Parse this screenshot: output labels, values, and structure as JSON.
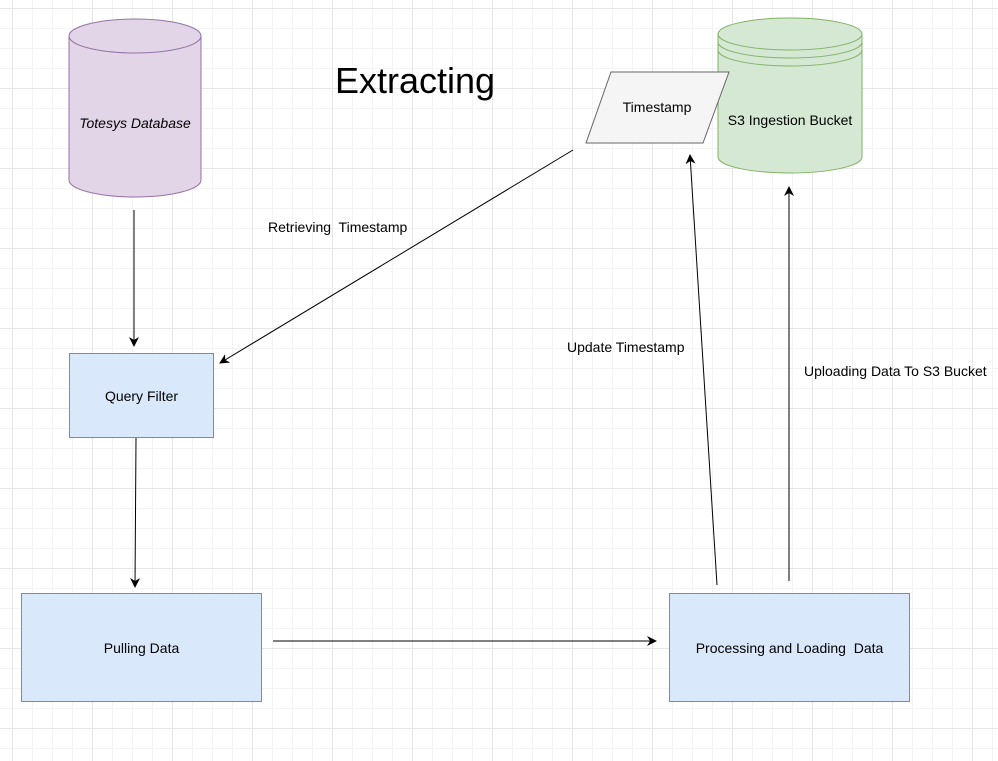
{
  "title": "Extracting",
  "nodes": {
    "database": "Totesys Database",
    "timestamp": "Timestamp",
    "bucket": "S3 Ingestion Bucket",
    "query_filter": "Query Filter",
    "pulling_data": "Pulling Data",
    "processing": "Processing and Loading  Data"
  },
  "edges": {
    "retrieving": "Retrieving  Timestamp",
    "update": "Update Timestamp",
    "uploading": "Uploading Data To S3 Bucket"
  },
  "colors": {
    "database_fill": "#e1d5e7",
    "database_stroke": "#9673a6",
    "bucket_fill": "#d5e8d4",
    "bucket_stroke": "#82b366",
    "process_fill": "#dae8fc",
    "process_stroke": "#6c8ebf",
    "timestamp_fill": "#f5f5f5",
    "timestamp_stroke": "#666666"
  }
}
